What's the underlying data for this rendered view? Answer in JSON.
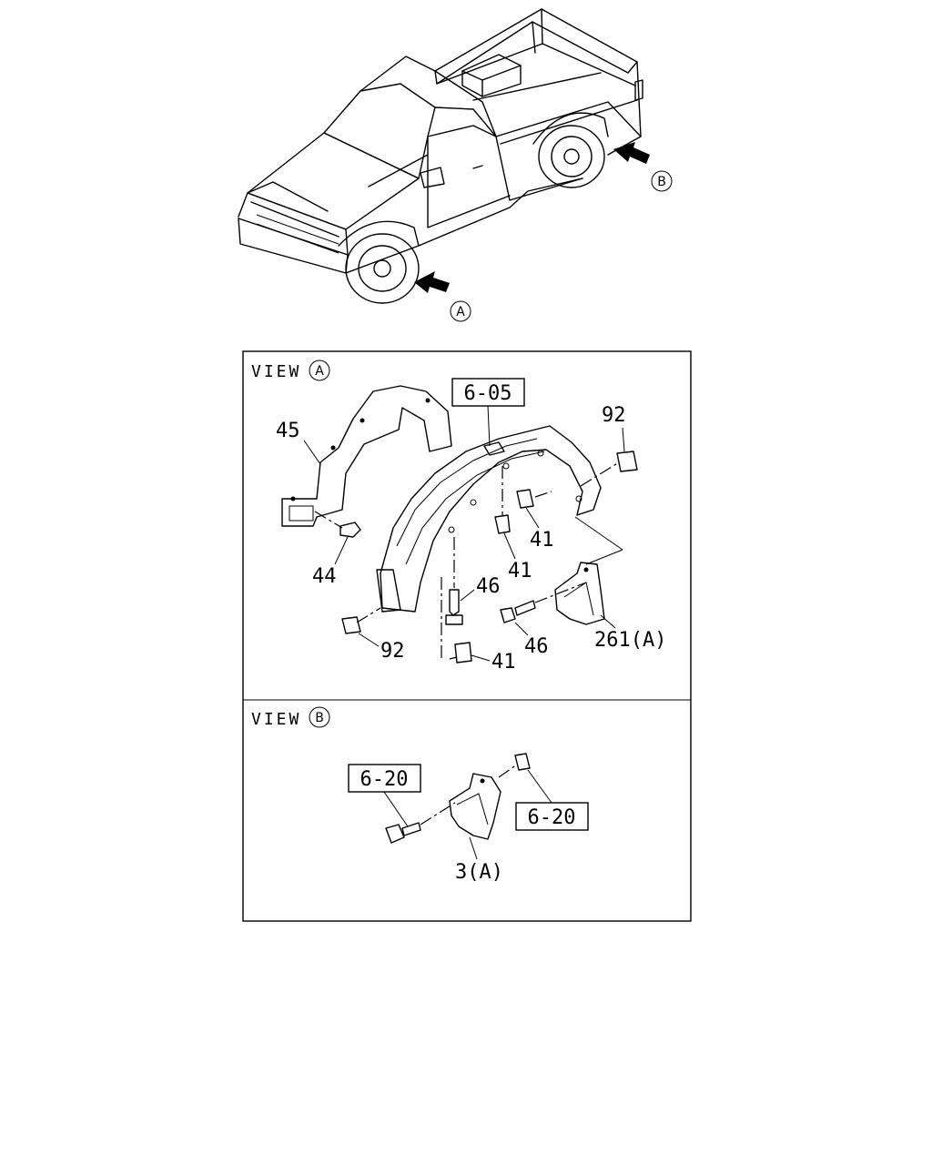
{
  "overview": {
    "arrow_a_label": "A",
    "arrow_b_label": "B"
  },
  "view_a": {
    "title": "VIEW",
    "title_marker": "A",
    "ref_box": "6-05",
    "labels": {
      "p45": "45",
      "p44": "44",
      "p92_top": "92",
      "p92_bottom": "92",
      "p41_a": "41",
      "p41_b": "41",
      "p41_c": "41",
      "p46_a": "46",
      "p46_b": "46",
      "p261": "261(A)"
    }
  },
  "view_b": {
    "title": "VIEW",
    "title_marker": "B",
    "ref_box_left": "6-20",
    "ref_box_right": "6-20",
    "label_p3": "3(A)"
  }
}
